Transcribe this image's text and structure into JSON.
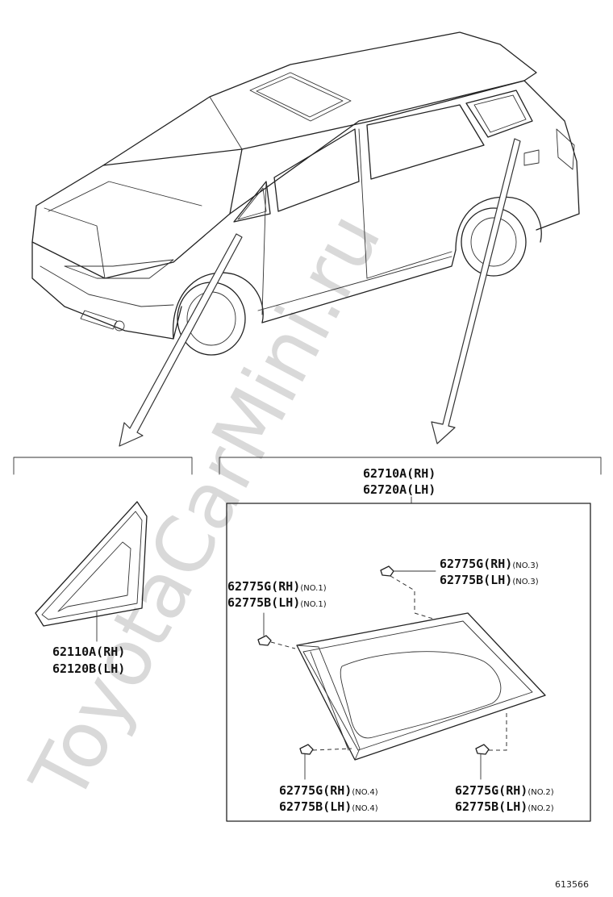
{
  "watermark": "ToyotaCarMini.ru",
  "figure_number": "613566",
  "left_part": {
    "part_rh": "62110A(RH)",
    "part_lh": "62120B(LH)"
  },
  "right_part": {
    "part_rh": "62710A(RH)",
    "part_lh": "62720A(LH)"
  },
  "clips": [
    {
      "rh": "62775G(RH)",
      "lh": "62775B(LH)",
      "no": "(NO.1)"
    },
    {
      "rh": "62775G(RH)",
      "lh": "62775B(LH)",
      "no": "(NO.2)"
    },
    {
      "rh": "62775G(RH)",
      "lh": "62775B(LH)",
      "no": "(NO.3)"
    },
    {
      "rh": "62775G(RH)",
      "lh": "62775B(LH)",
      "no": "(NO.4)"
    }
  ]
}
